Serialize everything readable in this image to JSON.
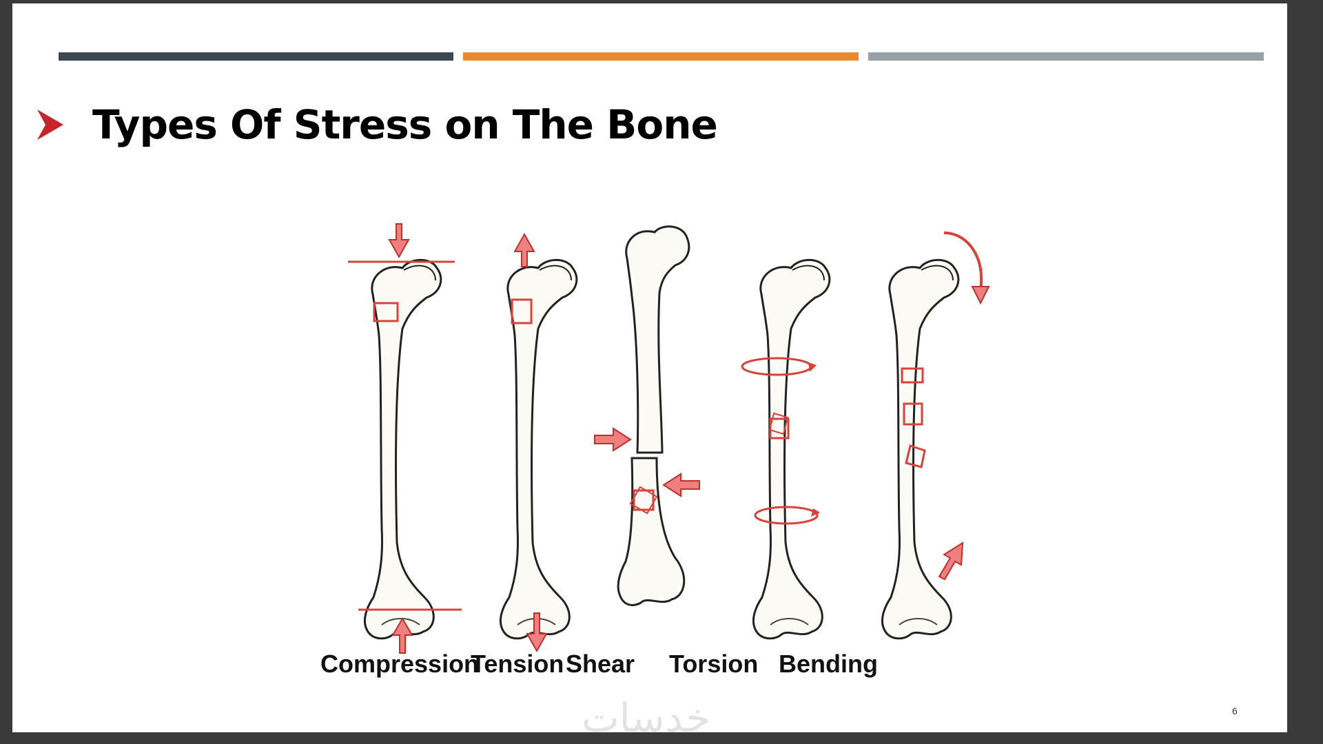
{
  "slide": {
    "title": "Types Of Stress on The Bone",
    "page_number": "6",
    "watermark": "خدسات"
  },
  "figure": {
    "labels": {
      "compression": "Compression",
      "tension": "Tension",
      "shear": "Shear",
      "torsion": "Torsion",
      "bending": "Bending"
    }
  },
  "colors": {
    "bar_dark": "#3b4850",
    "bar_orange": "#e98a2f",
    "bar_gray": "#97a0a6",
    "bullet_red": "#c8232a",
    "diagram_red": "#d9423a"
  }
}
